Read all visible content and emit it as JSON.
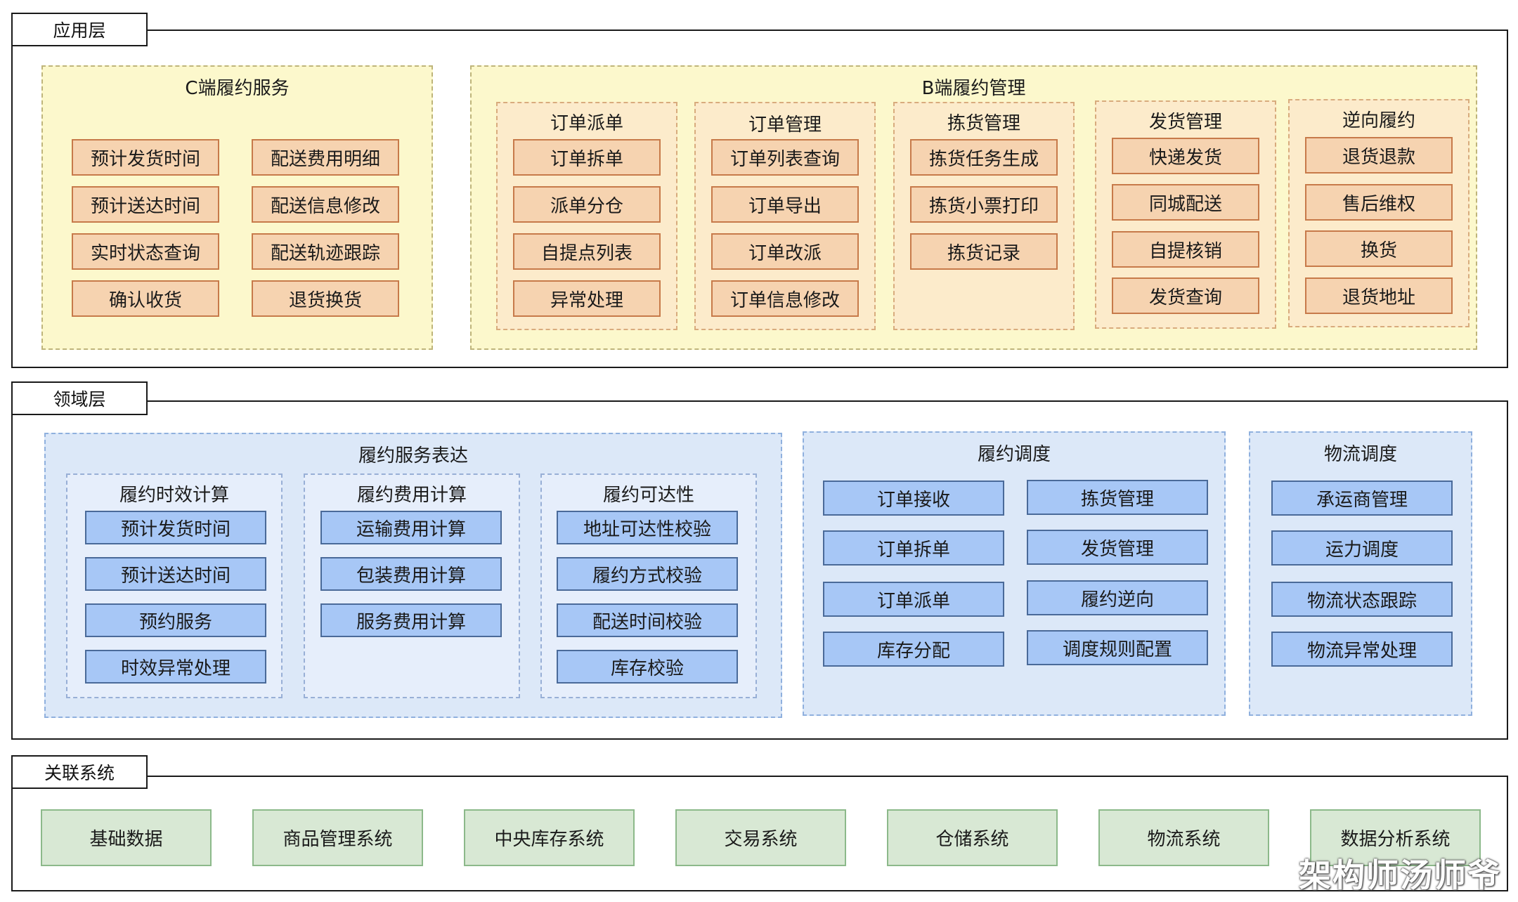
{
  "app_layer": {
    "tab": "应用层",
    "c_group": {
      "title": "C端履约服务",
      "items": [
        "预计发货时间",
        "配送费用明细",
        "预计送达时间",
        "配送信息修改",
        "实时状态查询",
        "配送轨迹跟踪",
        "确认收货",
        "退货换货"
      ]
    },
    "b_group": {
      "title": "B端履约管理",
      "modules": [
        {
          "title": "订单派单",
          "items": [
            "订单拆单",
            "派单分仓",
            "自提点列表",
            "异常处理"
          ]
        },
        {
          "title": "订单管理",
          "items": [
            "订单列表查询",
            "订单导出",
            "订单改派",
            "订单信息修改"
          ]
        },
        {
          "title": "拣货管理",
          "items": [
            "拣货任务生成",
            "拣货小票打印",
            "拣货记录"
          ]
        },
        {
          "title": "发货管理",
          "items": [
            "快递发货",
            "同城配送",
            "自提核销",
            "发货查询"
          ]
        },
        {
          "title": "逆向履约",
          "items": [
            "退货退款",
            "售后维权",
            "换货",
            "退货地址"
          ]
        }
      ]
    }
  },
  "domain_layer": {
    "tab": "领域层",
    "expression": {
      "title": "履约服务表达",
      "modules": [
        {
          "title": "履约时效计算",
          "items": [
            "预计发货时间",
            "预计送达时间",
            "预约服务",
            "时效异常处理"
          ]
        },
        {
          "title": "履约费用计算",
          "items": [
            "运输费用计算",
            "包装费用计算",
            "服务费用计算"
          ]
        },
        {
          "title": "履约可达性",
          "items": [
            "地址可达性校验",
            "履约方式校验",
            "配送时间校验",
            "库存校验"
          ]
        }
      ]
    },
    "scheduling": {
      "title": "履约调度",
      "items": [
        "订单接收",
        "拣货管理",
        "订单拆单",
        "发货管理",
        "订单派单",
        "履约逆向",
        "库存分配",
        "调度规则配置"
      ]
    },
    "logistics": {
      "title": "物流调度",
      "items": [
        "承运商管理",
        "运力调度",
        "物流状态跟踪",
        "物流异常处理"
      ]
    }
  },
  "related_layer": {
    "tab": "关联系统",
    "items": [
      "基础数据",
      "商品管理系统",
      "中央库存系统",
      "交易系统",
      "仓储系统",
      "物流系统",
      "数据分析系统"
    ]
  },
  "watermark": "架构师汤师爷"
}
